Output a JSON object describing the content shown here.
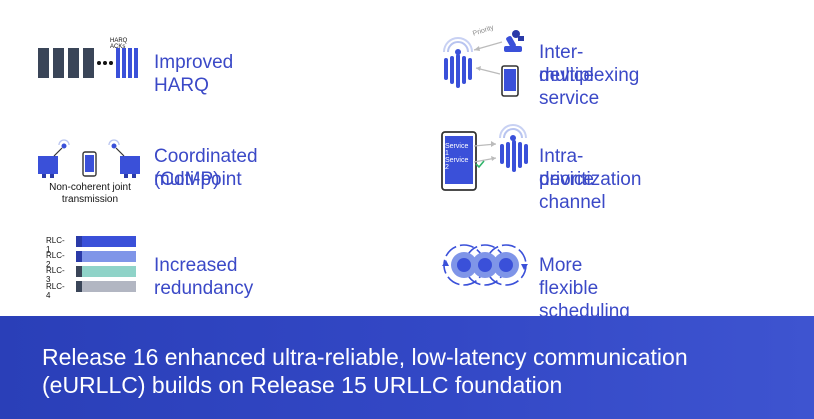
{
  "colors": {
    "accent": "#3b49c7",
    "dark_block": "#3a4558",
    "footer_bg": "#2f44c2",
    "rlc_blue": "#3a50d9",
    "rlc_lightblue": "#7f95e8",
    "rlc_teal": "#8fd3c8",
    "rlc_gray": "#b2b6c2"
  },
  "features": {
    "harq": {
      "label": "Improved HARQ",
      "caption": "HARQ ACKs"
    },
    "inter_device": {
      "label_line1": "Inter-device service",
      "label_line2": "multiplexing",
      "caption": "Priority"
    },
    "comp": {
      "label_line1": "Coordinated multi-point",
      "label_line2": "(CoMP)",
      "caption_line1": "Non-coherent joint",
      "caption_line2": "transmission"
    },
    "intra_device": {
      "label_line1": "Intra-device channel",
      "label_line2": "prioritization",
      "service1": "Service 1",
      "service2": "Service 2"
    },
    "redundancy": {
      "label": "Increased redundancy",
      "rlc": [
        "RLC-1",
        "RLC-2",
        "RLC-3",
        "RLC-4"
      ]
    },
    "scheduling": {
      "label": "More flexible scheduling"
    }
  },
  "footer": {
    "line1": "Release 16 enhanced ultra-reliable, low-latency communication",
    "line2": "(eURLLC) builds on Release 15 URLLC foundation"
  }
}
